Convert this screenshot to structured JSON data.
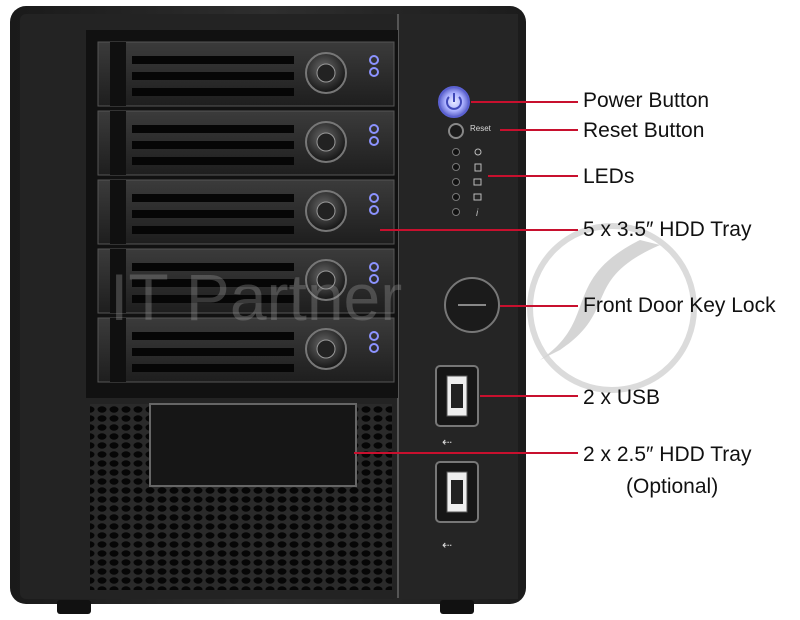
{
  "labels": {
    "power_button": "Power Button",
    "reset_button": "Reset Button",
    "leds": "LEDs",
    "hdd_tray_35": "5 x 3.5″ HDD Tray",
    "key_lock": "Front Door Key Lock",
    "usb": "2 x USB",
    "hdd_tray_25_line1": "2 x 2.5″ HDD Tray",
    "hdd_tray_25_line2": "(Optional)"
  },
  "device": {
    "reset_label": "Reset",
    "watermark_text": "IT Partner"
  },
  "colors": {
    "leader_line": "#c8102e",
    "chassis": "#2a2a2a",
    "panel": "#1c1c1c",
    "power_glow": "#8c93ff"
  },
  "icons": [
    "power-icon",
    "lightbulb-icon",
    "disk-icon",
    "network-icon",
    "info-icon",
    "usb-icon",
    "lock-icon"
  ]
}
